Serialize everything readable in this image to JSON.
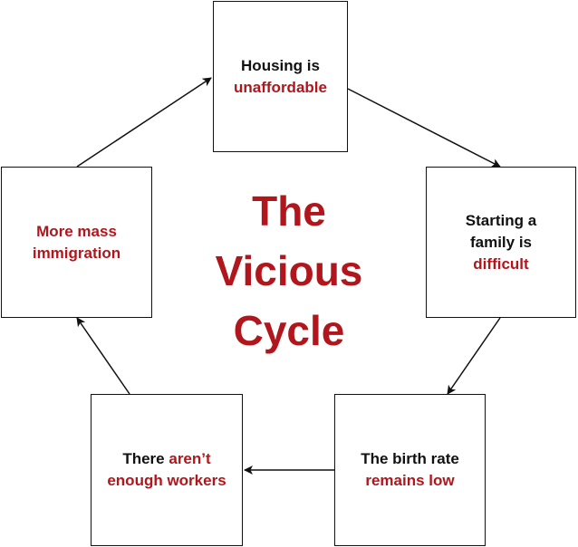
{
  "title": {
    "line1": "The",
    "line2": "Vicious",
    "line3": "Cycle"
  },
  "nodes": {
    "housing": {
      "line1_black": "Housing is",
      "line2_red": "unaffordable"
    },
    "family": {
      "line1_black": "Starting a",
      "line2_black": "family is",
      "line3_red": "difficult"
    },
    "birth_rate": {
      "line1_black": "The birth rate",
      "line2_red": "remains low"
    },
    "workers": {
      "line1_black": "There ",
      "line1_red": "aren’t",
      "line2_red": "enough workers"
    },
    "immigration": {
      "line1_red": "More mass",
      "line2_red": "immigration"
    }
  },
  "colors": {
    "accent_red": "#b1161c",
    "text_black": "#111111",
    "border": "#111111",
    "background": "#ffffff"
  },
  "edges": [
    {
      "from": "housing",
      "to": "family"
    },
    {
      "from": "family",
      "to": "birth_rate"
    },
    {
      "from": "birth_rate",
      "to": "workers"
    },
    {
      "from": "workers",
      "to": "immigration"
    },
    {
      "from": "immigration",
      "to": "housing"
    }
  ]
}
